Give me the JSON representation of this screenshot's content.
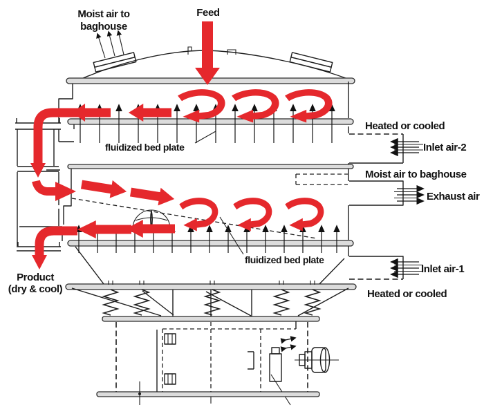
{
  "diagram_title": "Two-stage vibrating fluid bed dryer/cooler cross-section",
  "colors": {
    "arrow_red": "#e5282c",
    "line": "#1d1d1d",
    "plate_fill": "#dcdcdc",
    "background": "#ffffff"
  },
  "labels": {
    "moist_air_top": {
      "line1": "Moist air to",
      "line2": "baghouse"
    },
    "feed": "Feed",
    "heated_or_cooled_upper": "Heated or cooled",
    "inlet_air_2": "Inlet air-2",
    "moist_air_right": "Moist air to baghouse",
    "exhaust_air": "Exhaust air",
    "fluidized_bed_plate_upper": "fluidized bed plate",
    "fluidized_bed_plate_lower": "fluidized bed plate",
    "inlet_air_1": "Inlet air-1",
    "heated_or_cooled_lower": "Heated or cooled",
    "product": {
      "line1": "Product",
      "line2": "(dry & cool)"
    }
  }
}
